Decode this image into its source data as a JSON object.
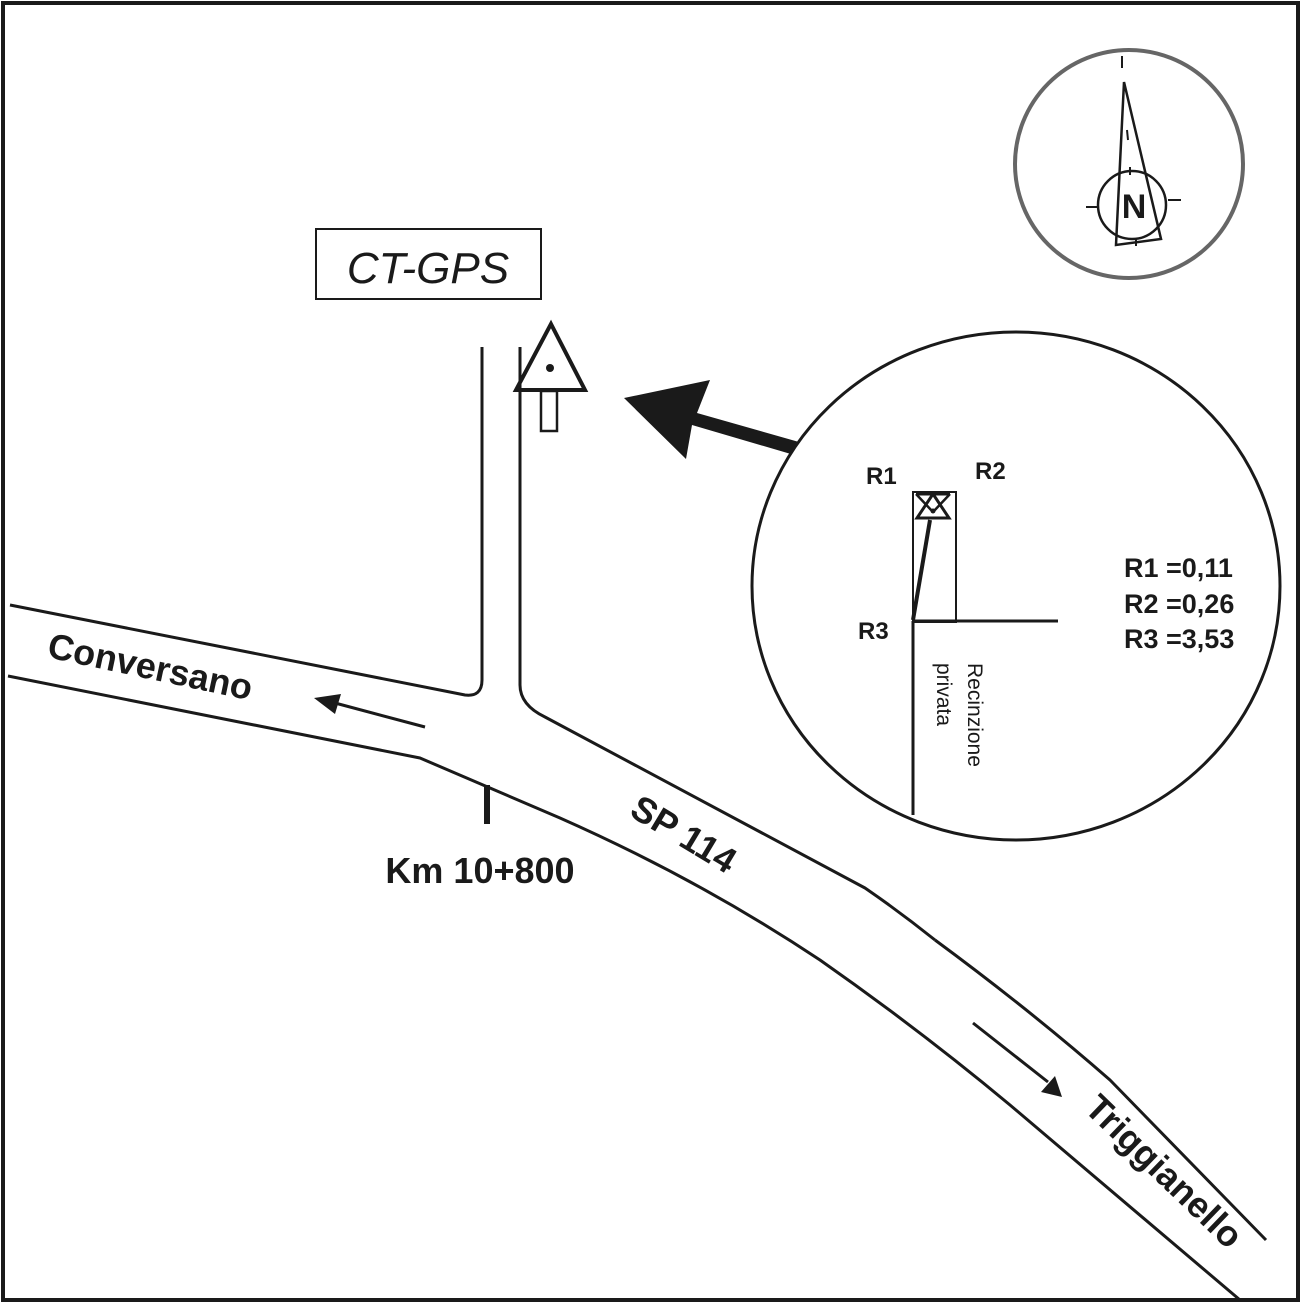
{
  "map": {
    "station_label": "CT-GPS",
    "compass": {
      "north_label": "N"
    },
    "roads": {
      "main_road_name": "SP 114",
      "direction_west": "Conversano",
      "direction_east": "Triggianello",
      "milestone": "Km 10+800"
    },
    "detail_inset": {
      "ref_points": [
        "R1",
        "R2",
        "R3"
      ],
      "fence_label_line1": "Recinzione",
      "fence_label_line2": "privata",
      "measurements": [
        {
          "label": "R1 =0,11"
        },
        {
          "label": "R2 =0,26"
        },
        {
          "label": "R3 =3,53"
        }
      ]
    },
    "colors": {
      "ink": "#1a1a1a",
      "compass_ring": "#666666",
      "background": "#ffffff"
    }
  }
}
